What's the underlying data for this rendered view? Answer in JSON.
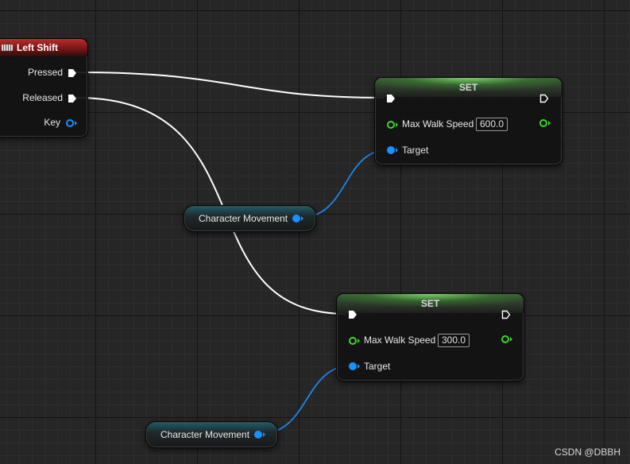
{
  "event_node": {
    "title": "Left Shift",
    "pins": [
      {
        "label": "Pressed"
      },
      {
        "label": "Released"
      },
      {
        "label": "Key"
      }
    ],
    "header_color": "#a32121"
  },
  "set_nodes": [
    {
      "title": "SET",
      "property_label": "Max Walk Speed",
      "value": "600.0",
      "target_label": "Target"
    },
    {
      "title": "SET",
      "property_label": "Max Walk Speed",
      "value": "300.0",
      "target_label": "Target"
    }
  ],
  "variable_nodes": [
    {
      "label": "Character Movement"
    },
    {
      "label": "Character Movement"
    }
  ],
  "colors": {
    "exec_wire": "#ffffff",
    "object_wire": "#1a90ff",
    "float_pin": "#3cd62e",
    "background": "#262626"
  },
  "watermark": "CSDN @DBBH"
}
